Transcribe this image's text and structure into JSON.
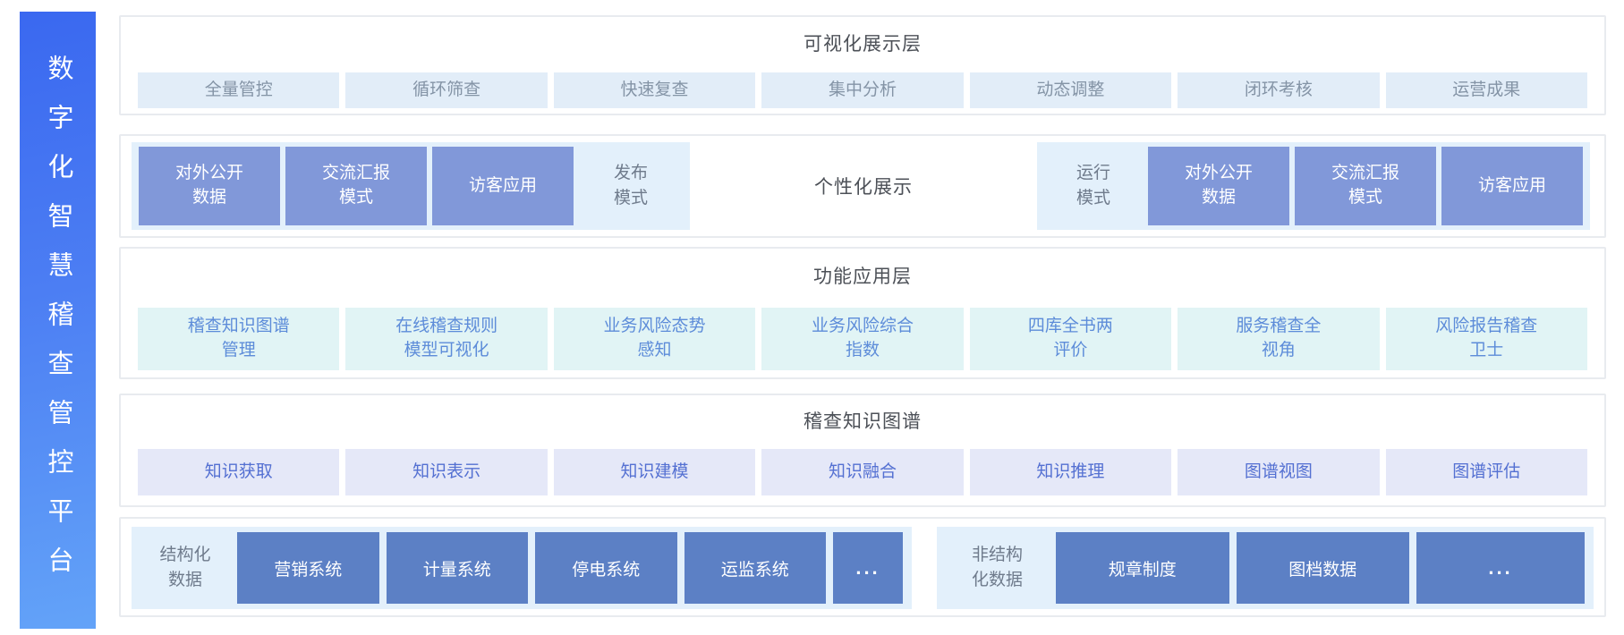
{
  "platform": {
    "title": "数字化智慧稽查管控平台"
  },
  "colors": {
    "sidebar_gradient_top": "#3a68f0",
    "sidebar_gradient_bottom": "#63a3f8",
    "card_border": "#e8ebef",
    "title_text": "#4c5057",
    "viz_item_bg": "#e2edf8",
    "viz_item_text": "#8494a6",
    "mode_group_bg": "#e3f0fb",
    "mode_box_bg": "#8198d9",
    "function_item_bg": "#e1f4f5",
    "function_item_text": "#5d8cd9",
    "kg_item_bg": "#e5e8f8",
    "kg_item_text": "#5470d2",
    "ds_group_bg": "#e3f0fb",
    "ds_box_bg": "#5c80c5",
    "group_label_text": "#6f7b8c"
  },
  "visualization_layer": {
    "title": "可视化展示层",
    "items": [
      "全量管控",
      "循环筛查",
      "快速复查",
      "集中分析",
      "动态调整",
      "闭环考核",
      "运营成果"
    ]
  },
  "display_modes": {
    "publish_group": {
      "label": "发布\n模式",
      "items": [
        "对外公开\n数据",
        "交流汇报\n模式",
        "访客应用"
      ]
    },
    "center_label": "个性化展示",
    "run_group": {
      "label": "运行\n模式",
      "items": [
        "对外公开\n数据",
        "交流汇报\n模式",
        "访客应用"
      ]
    }
  },
  "function_layer": {
    "title": "功能应用层",
    "items": [
      "稽查知识图谱\n管理",
      "在线稽查规则\n模型可视化",
      "业务风险态势\n感知",
      "业务风险综合\n指数",
      "四库全书两\n评价",
      "服务稽查全\n视角",
      "风险报告稽查\n卫士"
    ]
  },
  "knowledge_graph_layer": {
    "title": "稽查知识图谱",
    "items": [
      "知识获取",
      "知识表示",
      "知识建模",
      "知识融合",
      "知识推理",
      "图谱视图",
      "图谱评估"
    ]
  },
  "data_sources": {
    "structured": {
      "label": "结构化\n数据",
      "items": [
        "营销系统",
        "计量系统",
        "停电系统",
        "运监系统"
      ],
      "more": "..."
    },
    "unstructured": {
      "label": "非结构\n化数据",
      "items": [
        "规章制度",
        "图档数据"
      ],
      "more": "..."
    }
  }
}
